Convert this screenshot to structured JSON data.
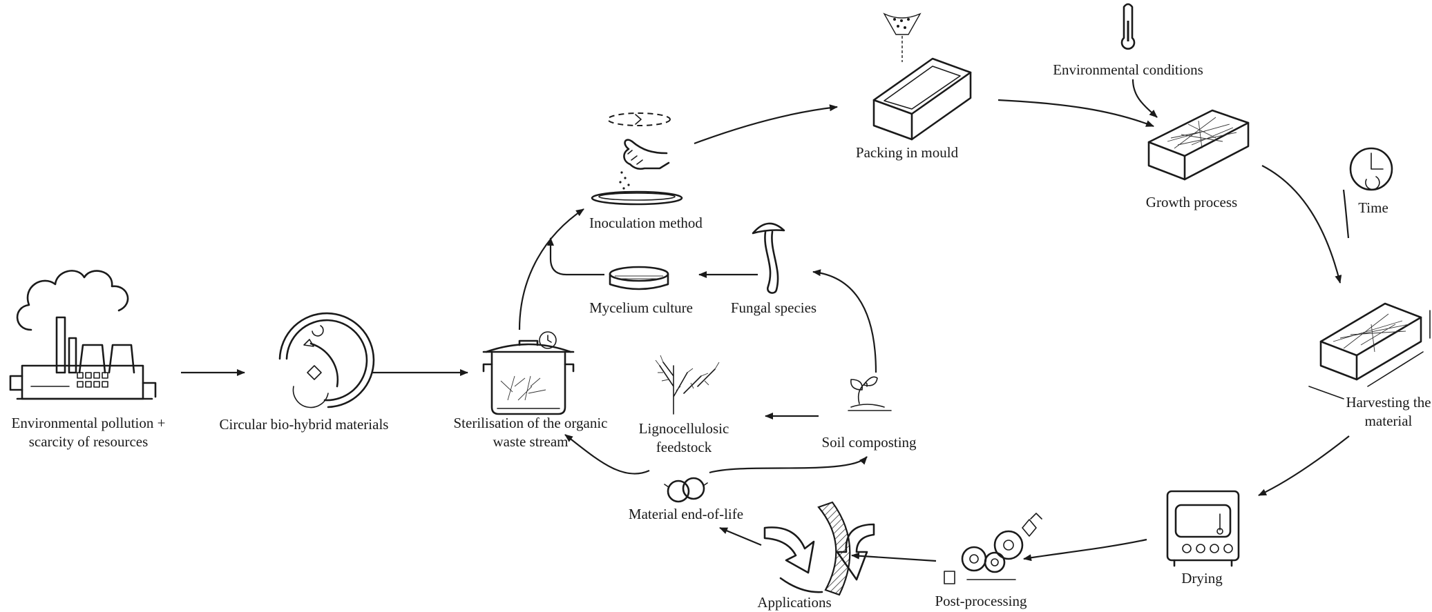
{
  "labels": {
    "pollution_line1": "Environmental pollution +",
    "pollution_line2": "scarcity of resources",
    "circular": "Circular bio-hybrid materials",
    "sterilisation_line1": "Sterilisation of the organic",
    "sterilisation_line2": "waste stream",
    "inoculation": "Inoculation method",
    "mycelium": "Mycelium culture",
    "fungal": "Fungal species",
    "packing": "Packing in mould",
    "env_conditions": "Environmental conditions",
    "growth": "Growth process",
    "time": "Time",
    "harvest_line1": "Harvesting the",
    "harvest_line2": "material",
    "lignocellulosic_line1": "Lignocellulosic",
    "lignocellulosic_line2": "feedstock",
    "soil": "Soil composting",
    "end_of_life": "Material end-of-life",
    "drying": "Drying",
    "post_processing": "Post-processing",
    "applications": "Applications"
  },
  "icons": {
    "factory": "factory-icon",
    "recycle": "recycle-cycle-icon",
    "pot": "sterilisation-pot-icon",
    "hand": "inoculation-hand-icon",
    "petri": "petri-dish-icon",
    "mushroom": "mushroom-icon",
    "mould": "mould-box-icon",
    "thermometer": "thermometer-icon",
    "brick": "mycelium-brick-icon",
    "clock": "clock-icon",
    "plant": "lignocellulosic-plant-icon",
    "sprout": "sprout-icon",
    "loops": "end-of-life-loops-icon",
    "oven": "oven-icon",
    "rollers": "rollers-icon",
    "panel": "curved-panel-icon"
  }
}
